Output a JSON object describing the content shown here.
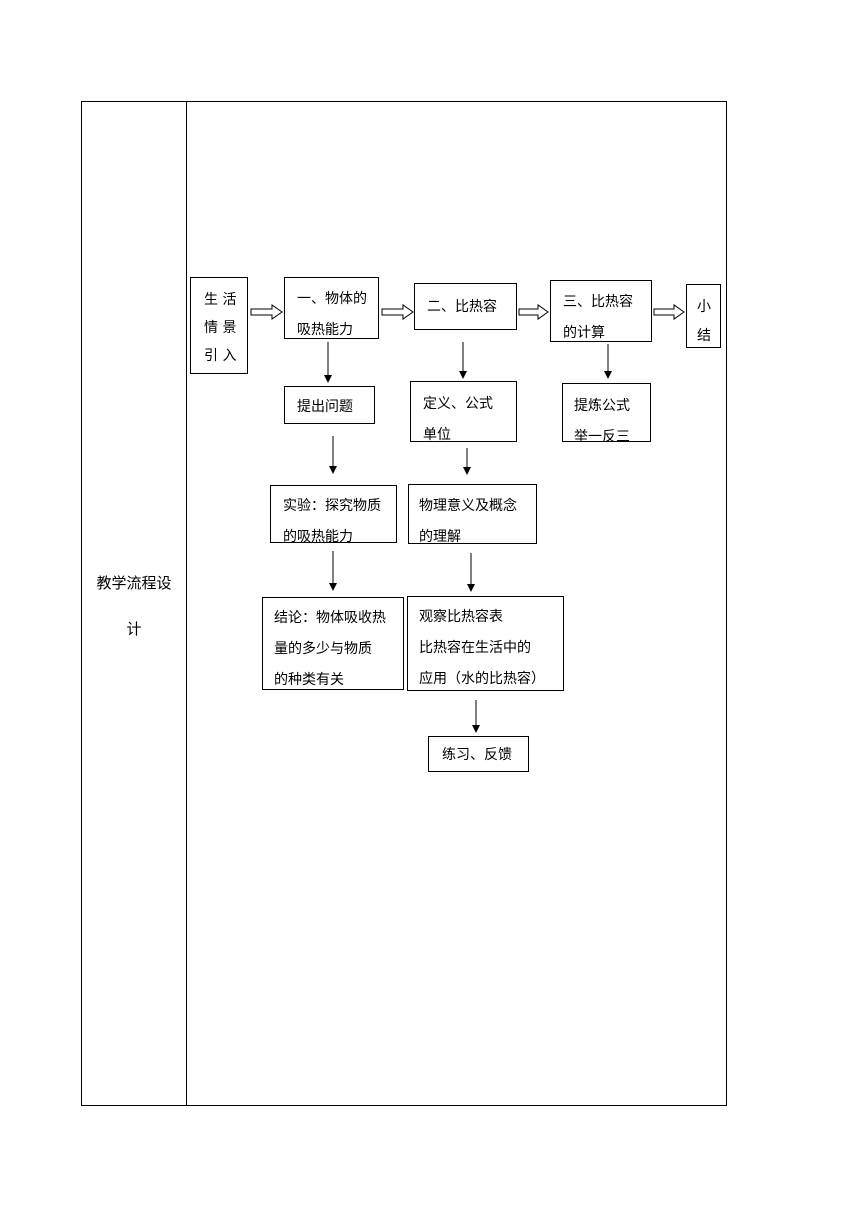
{
  "row_label": [
    "教学流程设",
    "计"
  ],
  "flow": {
    "intro": [
      "生 活",
      "情 景",
      "引 入"
    ],
    "step1": [
      "一、物体的",
      "吸热能力"
    ],
    "step2": [
      "二、比热容"
    ],
    "step3": [
      "三、比热容",
      "的计算"
    ],
    "summary": [
      "小",
      "结"
    ],
    "ask": [
      "提出问题"
    ],
    "experiment": [
      "实验：探究物质",
      "的吸热能力"
    ],
    "conclusion": [
      "结论：物体吸收热",
      "量的多少与物质",
      "的种类有关"
    ],
    "definition": [
      "定义、公式",
      "单位"
    ],
    "meaning": [
      "物理意义及概念",
      "的理解"
    ],
    "observe": [
      "观察比热容表",
      "比热容在生活中的",
      "应用（水的比热容）"
    ],
    "practice": [
      "练习、反馈"
    ],
    "formula": [
      "提炼公式",
      "举一反三"
    ]
  }
}
